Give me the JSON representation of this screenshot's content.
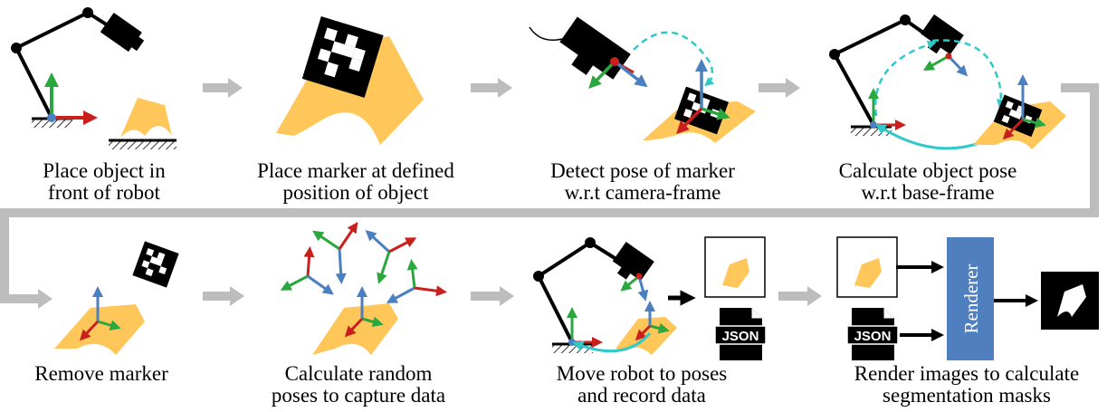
{
  "steps": [
    {
      "line1": "Place object in",
      "line2": "front of robot"
    },
    {
      "line1": "Place marker at defined",
      "line2": "position of object"
    },
    {
      "line1": "Detect pose of marker",
      "line2": "w.r.t camera-frame"
    },
    {
      "line1": "Calculate object pose",
      "line2": "w.r.t base-frame"
    },
    {
      "line1": "Remove marker",
      "line2": ""
    },
    {
      "line1": "Calculate random",
      "line2": "poses to capture data"
    },
    {
      "line1": "Move robot to poses",
      "line2": "and record data"
    },
    {
      "line1": "Render images to calculate",
      "line2": "segmentation masks"
    }
  ],
  "labels": {
    "json_a": "JSON",
    "json_b": "JSON",
    "renderer": "Renderer"
  },
  "colors": {
    "object": "#ffc65a",
    "axis_x": "#c9201e",
    "axis_y": "#2aa83f",
    "axis_z": "#4a7fc0",
    "arrow_grey": "#bdbdbd",
    "cyan": "#2fc9c9",
    "renderer_box": "#4f7fbf"
  }
}
